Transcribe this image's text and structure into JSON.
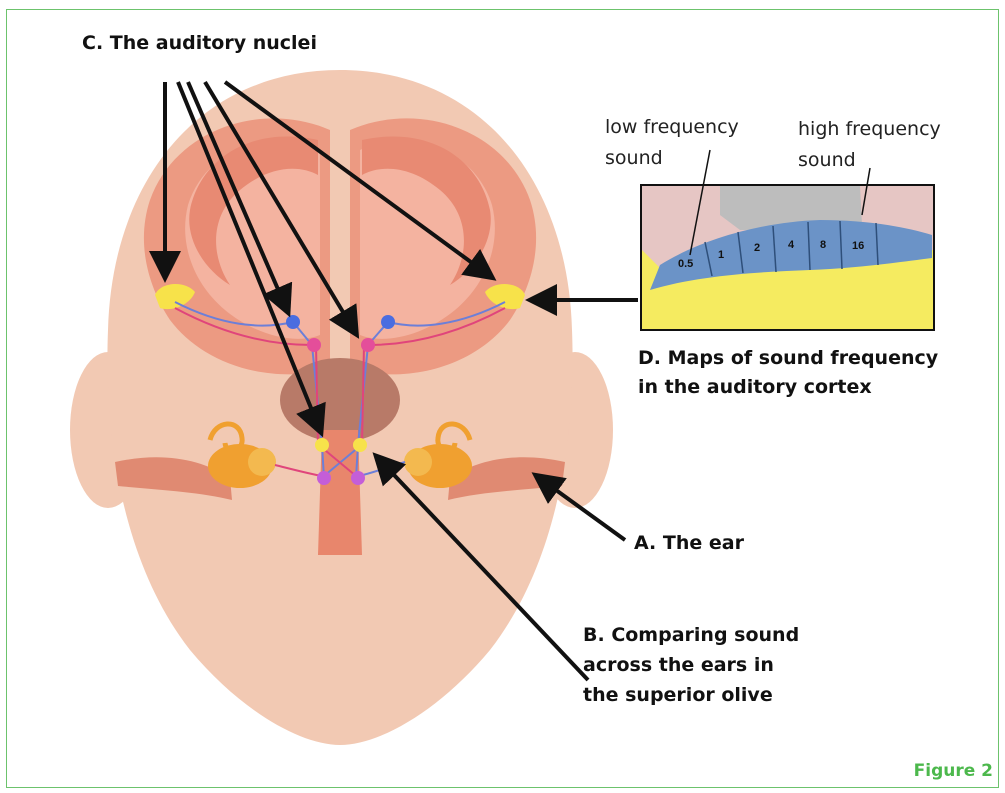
{
  "labels": {
    "nuclei": "C. The auditory nuclei",
    "low_freq": "low frequency\nsound",
    "high_freq": "high frequency\nsound",
    "maps": "D. Maps of sound frequency\nin the auditory cortex",
    "ear": "A. The ear",
    "olive": "B. Comparing sound\nacross the ears in\nthe superior olive",
    "figure": "Figure 2"
  },
  "cortex_map": {
    "ticks": [
      "0.5",
      "1",
      "2",
      "4",
      "8",
      "16"
    ]
  },
  "colors": {
    "border": "#6cc36c",
    "figure_label": "#4cb84c",
    "head": "#f2c9b3",
    "brain": "#f0a48c",
    "cochlea": "#f0a030",
    "tonotopic_band": "#6b93c7",
    "yellow_region": "#f5ee63"
  }
}
